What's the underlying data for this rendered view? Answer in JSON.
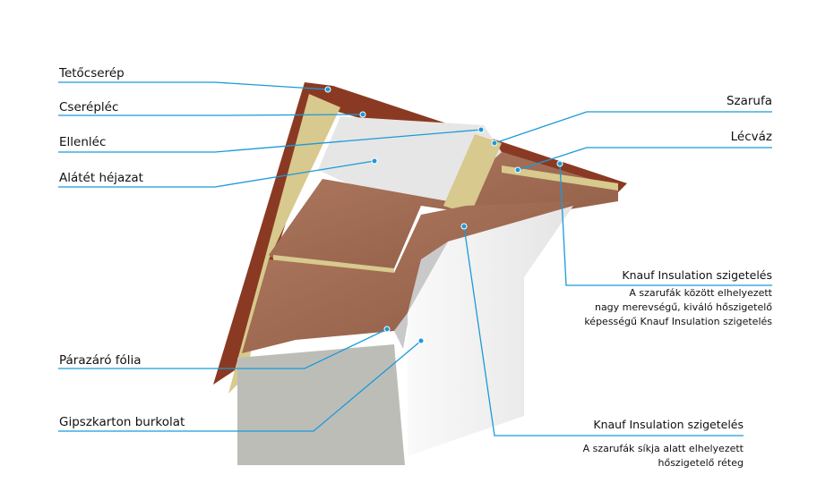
{
  "labels_left": [
    {
      "id": "tetocserep",
      "text": "Tetőcserép"
    },
    {
      "id": "cserepléc",
      "text": "Cserépléc"
    },
    {
      "id": "ellenlec",
      "text": "Ellenléc"
    },
    {
      "id": "alatet",
      "text": "Alátét héjazat"
    },
    {
      "id": "parazaro",
      "text": "Párazáró fólia"
    },
    {
      "id": "gipszkarton",
      "text": "Gipszkarton burkolat"
    }
  ],
  "labels_right": [
    {
      "id": "szarufa",
      "text": "Szarufa"
    },
    {
      "id": "lecvaz",
      "text": "Lécváz"
    }
  ],
  "knauf_between": {
    "title": "Knauf Insulation szigetelés",
    "lines": [
      "A szarufák között elhelyezett",
      "nagy merevségű, kiváló hőszigetelő",
      "képességű Knauf Insulation szigetelés"
    ]
  },
  "knauf_below": {
    "title": "Knauf Insulation szigetelés",
    "lines": [
      "A szarufák síkja alatt elhelyezett",
      "hőszigetelő réteg"
    ]
  },
  "colors": {
    "leader": "#1a9ad9",
    "tile": "#8a3a22",
    "wood": "#d8c98e",
    "insulation": "#a0684f",
    "plaster": "#bdbdb8",
    "white_wall": "#f2f2f2"
  }
}
